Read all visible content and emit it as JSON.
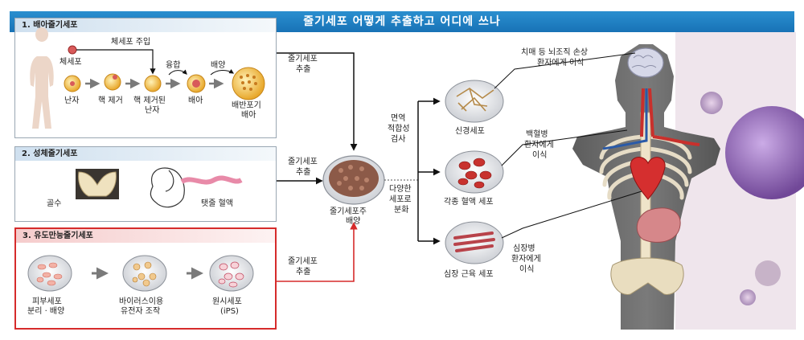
{
  "title": "줄기세포 어떻게 추출하고 어디에 쓰나",
  "panel1": {
    "title": "1. 배아줄기세포",
    "somatic_cell": "체세포",
    "injection": "체세포 주입",
    "fusion": "융합",
    "culture": "배양",
    "egg": "난자",
    "nucleus_removed": "핵 제거",
    "enucleated_egg_line1": "핵 제거된",
    "enucleated_egg_line2": "난자",
    "embryo": "배아",
    "blastocyst_line1": "배반포기",
    "blastocyst_line2": "배아"
  },
  "panel2": {
    "title": "2. 성체줄기세포",
    "bone_marrow": "골수",
    "cord_blood": "탯줄 혈액"
  },
  "panel3": {
    "title": "3. 유도만능줄기세포",
    "skin_line1": "피부세포",
    "skin_line2": "분리 · 배양",
    "virus_line1": "바이러스이용",
    "virus_line2": "유전자 조작",
    "ips_line1": "원시세포",
    "ips_line2": "(iPS)"
  },
  "extraction": {
    "line1": "줄기세포",
    "line2": "추출"
  },
  "center": {
    "dish_line1": "줄기세포주",
    "dish_line2": "배양",
    "immune_line1": "면역",
    "immune_line2": "적합성",
    "immune_line3": "검사",
    "diff_line1": "다양한",
    "diff_line2": "세포로",
    "diff_line3": "분화"
  },
  "dishes": {
    "nerve": "신경세포",
    "blood": "각종 혈액 세포",
    "muscle": "심장 근육 세포"
  },
  "uses": {
    "brain_line1": "치매 등 뇌조직 손상",
    "brain_line2": "환자에게 이식",
    "leukemia_line1": "백혈병",
    "leukemia_line2": "환자에게",
    "leukemia_line3": "이식",
    "heart_line1": "심장병",
    "heart_line2": "환자에게",
    "heart_line3": "이식"
  },
  "colors": {
    "header": "#1f7fc2",
    "arrow": "#111111",
    "red_arrow": "#d62b2b",
    "panel3_border": "#d62b2b"
  }
}
